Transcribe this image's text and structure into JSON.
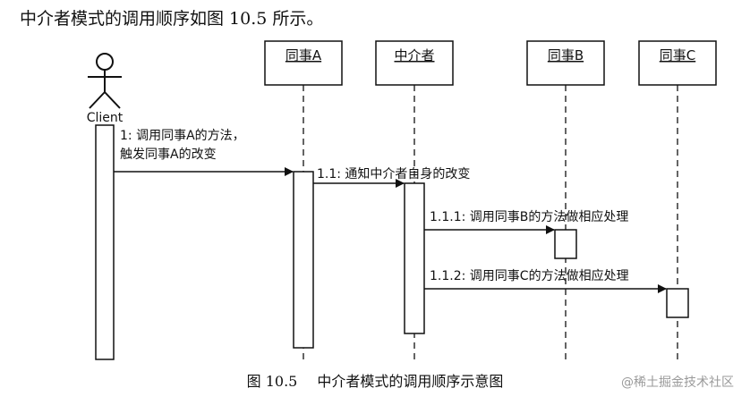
{
  "intro_text": "中介者模式的调用顺序如图 10.5 所示。",
  "actor": {
    "label": "Client"
  },
  "participants": [
    {
      "id": "colleague_a",
      "label": "同事A"
    },
    {
      "id": "mediator",
      "label": "中介者"
    },
    {
      "id": "colleague_b",
      "label": "同事B"
    },
    {
      "id": "colleague_c",
      "label": "同事C"
    }
  ],
  "messages": [
    {
      "id": "m1",
      "label_line1": "1: 调用同事A的方法，",
      "label_line2": "触发同事A的改变",
      "from": "client",
      "to": "colleague_a"
    },
    {
      "id": "m11",
      "label_line1": "1.1: 通知中介者自身的改变",
      "from": "colleague_a",
      "to": "mediator"
    },
    {
      "id": "m111",
      "label_line1": "1.1.1: 调用同事B的方法做相应处理",
      "from": "mediator",
      "to": "colleague_b"
    },
    {
      "id": "m112",
      "label_line1": "1.1.2: 调用同事C的方法做相应处理",
      "from": "mediator",
      "to": "colleague_c"
    }
  ],
  "caption": {
    "number": "图 10.5",
    "title": "中介者模式的调用顺序示意图"
  },
  "watermark": "@稀土掘金技术社区",
  "colors": {
    "line": "#111111",
    "watermark": "#9a9a9a",
    "background": "#ffffff"
  }
}
